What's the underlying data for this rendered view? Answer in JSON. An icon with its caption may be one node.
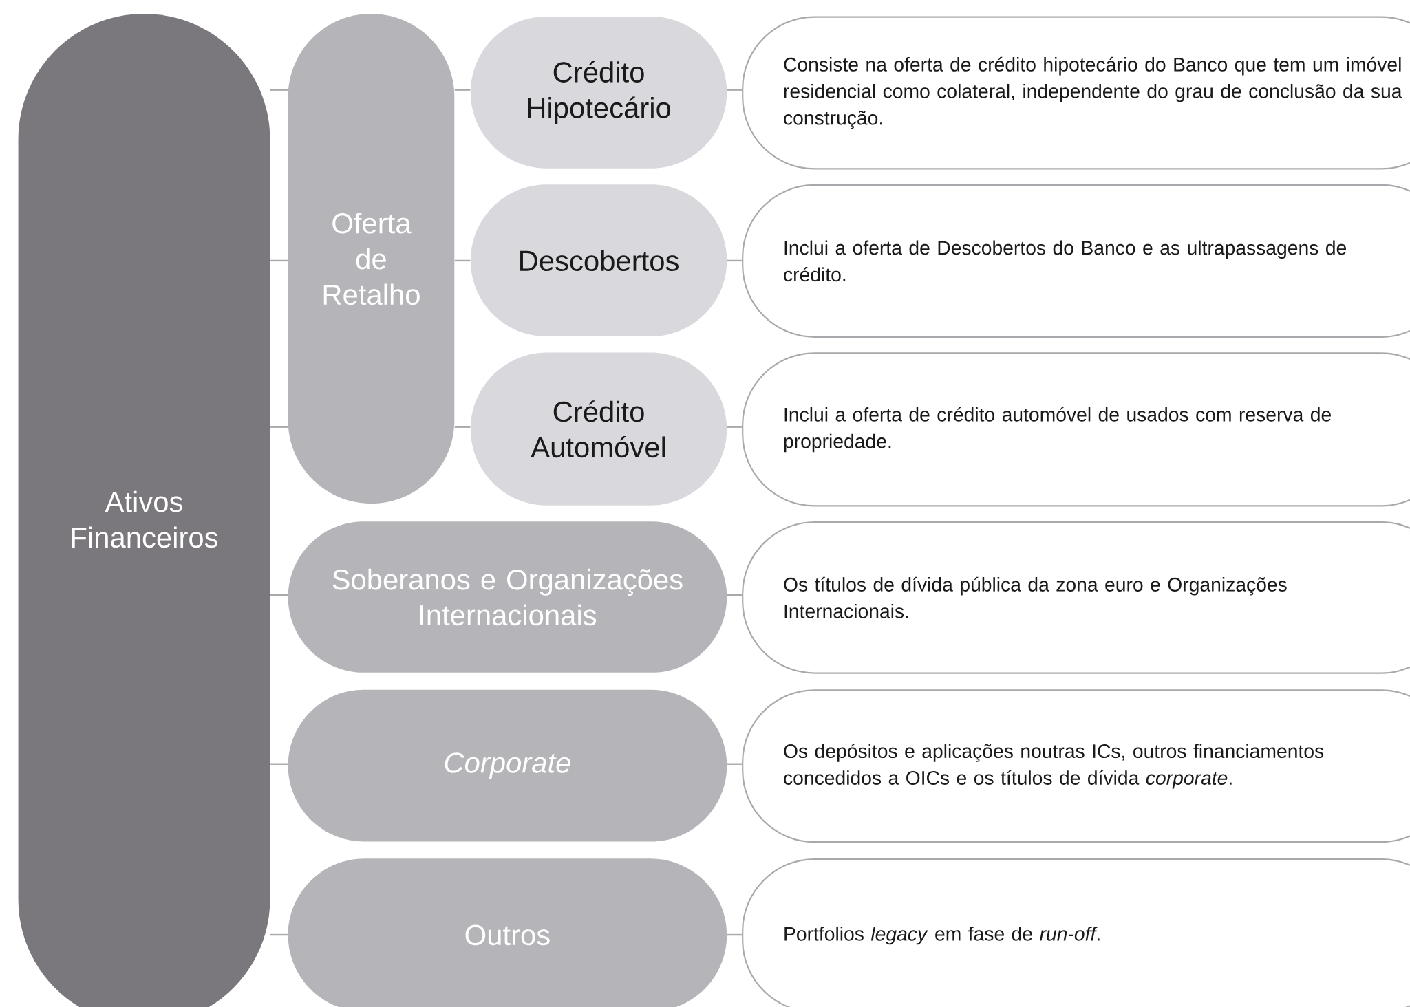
{
  "diagram": {
    "nodes": [
      {
        "text": [
          "Ativos Financeiros"
        ]
      },
      {
        "text": [
          "Oferta de Retalho"
        ]
      },
      {
        "text": [
          "Crédito Hipotecário"
        ]
      },
      {
        "text": [
          "Consiste na oferta de crédito hipotecário do Banco que tem um imóvel residencial como colateral, independente do grau de conclusão da sua construção."
        ]
      },
      {
        "text": [
          "Descobertos"
        ]
      },
      {
        "text": [
          "Inclui a oferta de Descobertos do Banco e as ultrapassagens de crédito."
        ]
      },
      {
        "text": [
          "Crédito Automóvel"
        ]
      },
      {
        "text": [
          "Inclui a oferta de crédito automóvel de usados com reserva de propriedade."
        ]
      },
      {
        "text": [
          "Soberanos e Organizações Internacionais"
        ]
      },
      {
        "text": [
          "Os títulos de dívida pública da zona euro e Organizações Internacionais."
        ]
      },
      {
        "text": [
          "Corporate"
        ]
      },
      {
        "text": [
          "Os depósitos e aplicações noutras ICs, outros financiamentos concedidos a OICs e os títulos de dívida *corporate*."
        ]
      },
      {
        "text": [
          "Outros"
        ]
      },
      {
        "text": [
          "Portfolios *legacy* em fase de *run-off*."
        ]
      }
    ],
    "edges": [
      {
        "from": 0,
        "to": 1,
        "arrow": "none"
      },
      {
        "from": 0,
        "to": 1,
        "arrow": "none"
      },
      {
        "from": 0,
        "to": 1,
        "arrow": "none"
      },
      {
        "from": 1,
        "to": 2,
        "arrow": "none"
      },
      {
        "from": 1,
        "to": 4,
        "arrow": "none"
      },
      {
        "from": 1,
        "to": 6,
        "arrow": "none"
      },
      {
        "from": 2,
        "to": 3,
        "arrow": "none"
      },
      {
        "from": 4,
        "to": 5,
        "arrow": "none"
      },
      {
        "from": 6,
        "to": 7,
        "arrow": "none"
      },
      {
        "from": 0,
        "to": 8,
        "arrow": "none"
      },
      {
        "from": 8,
        "to": 9,
        "arrow": "none"
      },
      {
        "from": 0,
        "to": 10,
        "arrow": "none"
      },
      {
        "from": 10,
        "to": 11,
        "arrow": "none"
      },
      {
        "from": 0,
        "to": 12,
        "arrow": "none"
      },
      {
        "from": 12,
        "to": 13,
        "arrow": "none"
      }
    ]
  }
}
